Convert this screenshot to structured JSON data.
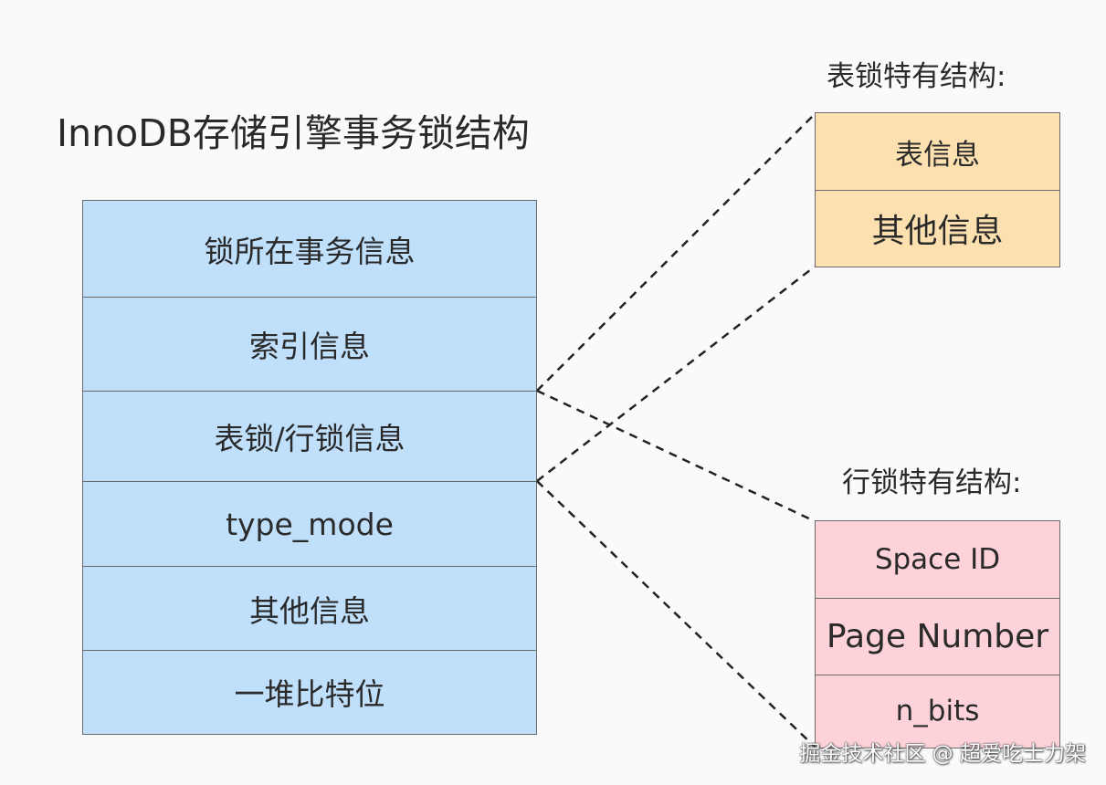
{
  "main": {
    "title": "InnoDB存储引擎事务锁结构",
    "rows": [
      "锁所在事务信息",
      "索引信息",
      "表锁/行锁信息",
      "type_mode",
      "其他信息",
      "一堆比特位"
    ]
  },
  "table_lock": {
    "title": "表锁特有结构:",
    "rows": [
      "表信息",
      "其他信息"
    ]
  },
  "row_lock": {
    "title": "行锁特有结构:",
    "rows": [
      "Space ID",
      "Page Number",
      "n_bits"
    ]
  },
  "watermark": "掘金技术社区 @ 超爱吃士力架",
  "colors": {
    "main_fill": "#bfdffb",
    "table_fill": "#fde0b0",
    "row_fill": "#fdd2d9"
  }
}
